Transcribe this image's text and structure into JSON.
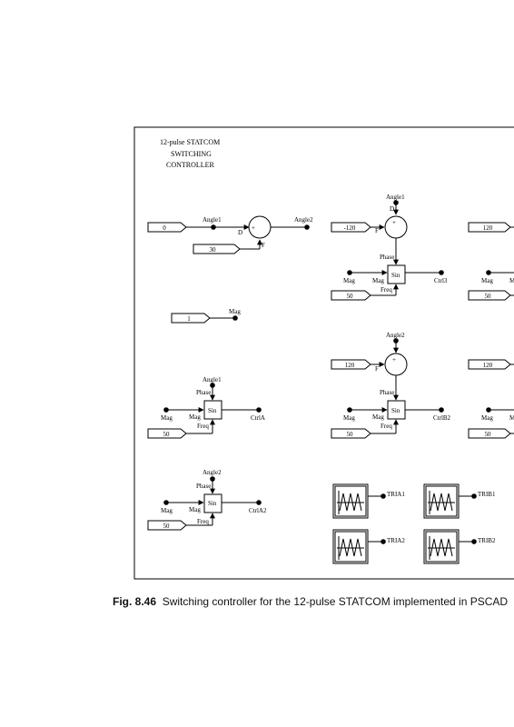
{
  "title_lines": [
    "12-pulse STATCOM",
    "SWITCHING",
    "CONTROLLER"
  ],
  "inputs": {
    "zero": "0",
    "thirty": "30",
    "one": "1",
    "neg120_a": "-120",
    "neg120_b": "120",
    "right120_a": "120",
    "right120_b": "120",
    "f50_a": "50",
    "f50_b": "50",
    "f50_c": "50",
    "f50_d": "50",
    "f50_e": "50",
    "f50_f": "50"
  },
  "signals": {
    "angle1": "Angle1",
    "angle2": "Angle2",
    "mag": "Mag",
    "phase": "Phase",
    "freq": "Freq",
    "sin": "Sin",
    "ctrl3": "Ctrl3",
    "ctrla": "CtrlA",
    "ctrlb2": "CtrlB2",
    "ctrla2": "CtrlA2",
    "tria1": "TRIA1",
    "trib1": "TRIB1",
    "tria2": "TRIA2",
    "trib2": "TRIB2",
    "d": "D",
    "f": "F",
    "plus": "+",
    "mag_partial": "M"
  },
  "caption": {
    "label": "Fig. 8.46",
    "text": "Switching controller for the 12-pulse STATCOM implemented in PSCAD"
  }
}
